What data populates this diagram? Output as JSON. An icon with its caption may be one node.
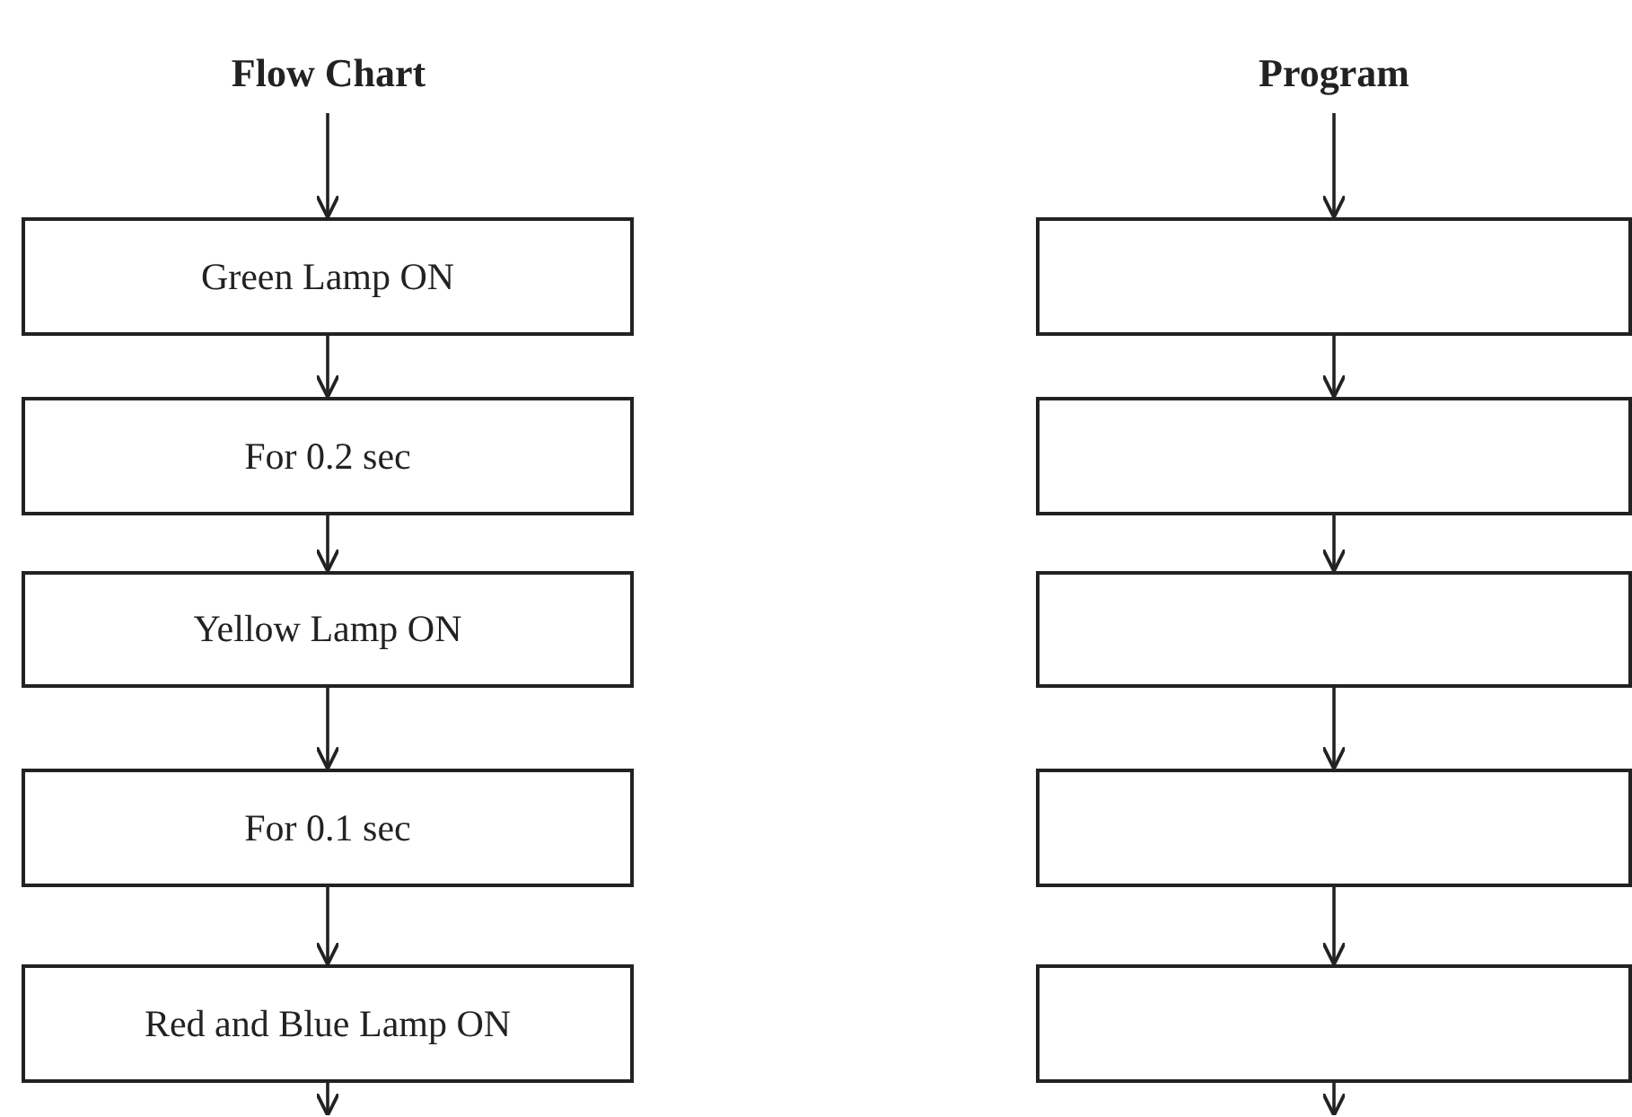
{
  "diagram": {
    "nodes": [
      {
        "text": [
          "Green Lamp ON"
        ]
      },
      {
        "text": [
          "For 0.2 sec"
        ]
      },
      {
        "text": [
          "Yellow Lamp ON"
        ]
      },
      {
        "text": [
          "For 0.1 sec"
        ]
      },
      {
        "text": [
          "Red and Blue Lamp ON"
        ]
      },
      {
        "text": [],
        "shape": "box"
      },
      {
        "text": [],
        "shape": "box"
      },
      {
        "text": [],
        "shape": "box"
      },
      {
        "text": [],
        "shape": "box"
      },
      {
        "text": [],
        "shape": "box"
      }
    ],
    "edges": [
      {
        "from": null,
        "to": 0,
        "arrow": "to"
      },
      {
        "from": 0,
        "to": 1,
        "arrow": "to"
      },
      {
        "from": 1,
        "to": 2,
        "arrow": "to"
      },
      {
        "from": 2,
        "to": 3,
        "arrow": "to"
      },
      {
        "from": 3,
        "to": 4,
        "arrow": "to"
      },
      {
        "from": 4,
        "to": null,
        "arrow": "to"
      },
      {
        "from": null,
        "to": 5,
        "arrow": "to"
      },
      {
        "from": 5,
        "to": 6,
        "arrow": "to"
      },
      {
        "from": 6,
        "to": 7,
        "arrow": "to"
      },
      {
        "from": 7,
        "to": 8,
        "arrow": "to"
      },
      {
        "from": 8,
        "to": 9,
        "arrow": "to"
      },
      {
        "from": 9,
        "to": null,
        "arrow": "to"
      }
    ],
    "labels": [
      "Flow Chart",
      "Program"
    ]
  }
}
